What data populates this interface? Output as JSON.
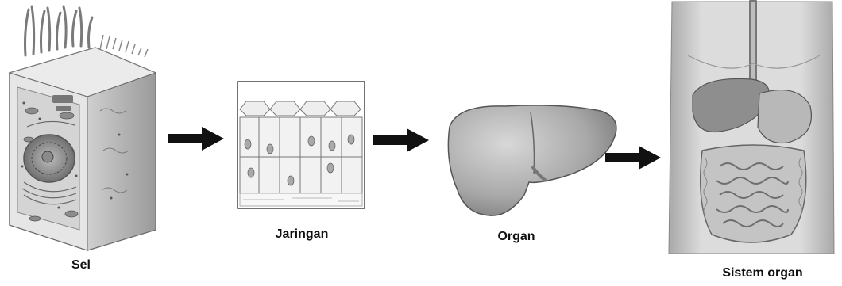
{
  "diagram": {
    "title": "",
    "stages": [
      {
        "id": "cell",
        "label": "Sel",
        "illustration": "animal-cell-cutaway"
      },
      {
        "id": "tissue",
        "label": "Jaringan",
        "illustration": "epithelial-tissue-block"
      },
      {
        "id": "organ",
        "label": "Organ",
        "illustration": "liver"
      },
      {
        "id": "organ-system",
        "label": "Sistem organ",
        "illustration": "digestive-system-torso"
      }
    ],
    "connectors": [
      {
        "from": "cell",
        "to": "tissue",
        "icon": "arrow-right-icon"
      },
      {
        "from": "tissue",
        "to": "organ",
        "icon": "arrow-right-icon"
      },
      {
        "from": "organ",
        "to": "organ-system",
        "icon": "arrow-right-icon"
      }
    ],
    "colors": {
      "arrow": "#111111",
      "label": "#111111",
      "illustration_ink": "#555555"
    }
  }
}
